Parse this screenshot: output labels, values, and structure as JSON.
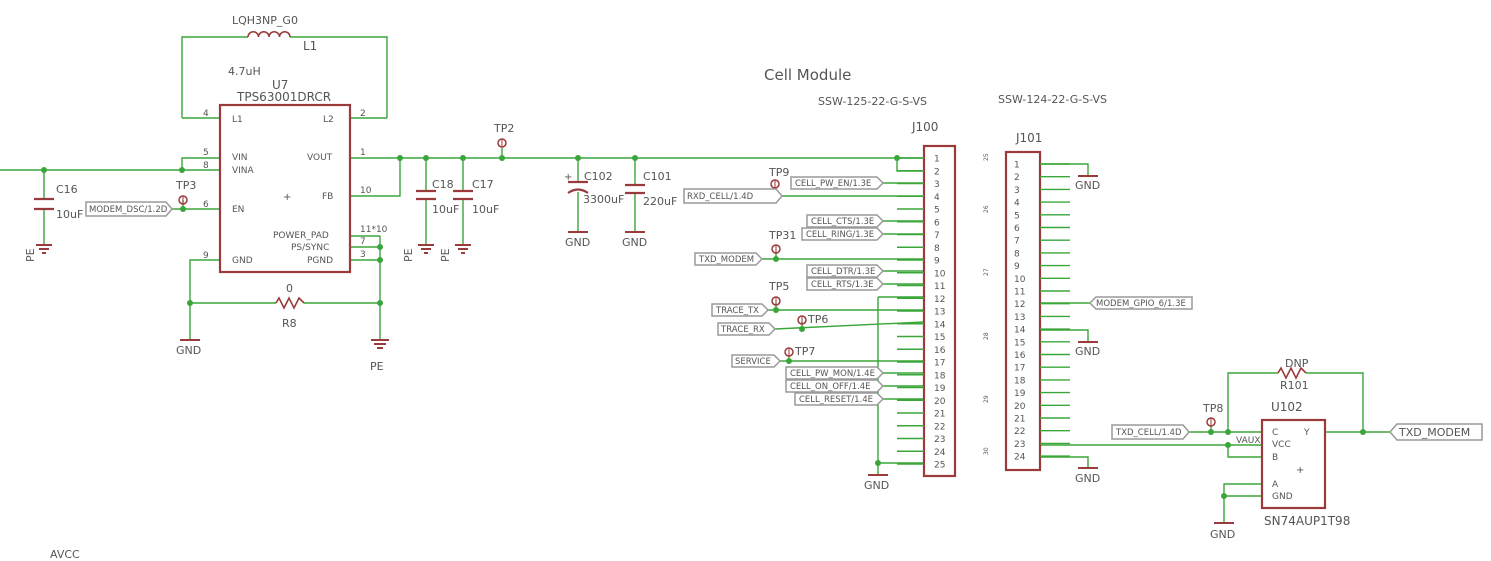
{
  "title": "Cell Module",
  "colors": {
    "wire": "#3aa63a",
    "part": "#9b3a3a",
    "text": "#555555",
    "flag": "#9a9a9a"
  },
  "inductor": {
    "part": "LQH3NP_G0",
    "ref": "L1",
    "value": "4.7uH"
  },
  "u7": {
    "ref": "U7",
    "part": "TPS63001DRCR",
    "pins_left": [
      {
        "num": "4",
        "name": "L1"
      },
      {
        "num": "5",
        "name": "VIN"
      },
      {
        "num": "8",
        "name": "VINA"
      },
      {
        "num": "6",
        "name": "EN"
      },
      {
        "num": "9",
        "name": "GND"
      }
    ],
    "pins_right": [
      {
        "num": "2",
        "name": "L2"
      },
      {
        "num": "1",
        "name": "VOUT"
      },
      {
        "num": "10",
        "name": "FB"
      },
      {
        "num": "11*10",
        "name": "POWER_PAD"
      },
      {
        "num": "7",
        "name": "PS/SYNC"
      },
      {
        "num": "3",
        "name": "PGND"
      }
    ]
  },
  "r8": {
    "ref": "R8",
    "value": "0"
  },
  "c16": {
    "ref": "C16",
    "value": "10uF"
  },
  "c18": {
    "ref": "C18",
    "value": "10uF"
  },
  "c17": {
    "ref": "C17",
    "value": "10uF"
  },
  "c102": {
    "ref": "C102",
    "value": "3300uF"
  },
  "c101": {
    "ref": "C101",
    "value": "220uF"
  },
  "power": {
    "gnd": "GND",
    "pe": "PE",
    "avcc": "AVCC",
    "vaux": "VAUX"
  },
  "testpoints": {
    "tp2": "TP2",
    "tp3": "TP3",
    "tp9": "TP9",
    "tp31": "TP31",
    "tp5": "TP5",
    "tp6": "TP6",
    "tp7": "TP7",
    "tp8": "TP8"
  },
  "j100": {
    "ref": "J100",
    "part": "SSW-125-22-G-S-VS",
    "pins": [
      "1",
      "2",
      "3",
      "4",
      "5",
      "6",
      "7",
      "8",
      "9",
      "10",
      "11",
      "12",
      "13",
      "14",
      "15",
      "16",
      "17",
      "18",
      "19",
      "20",
      "21",
      "22",
      "23",
      "24",
      "25"
    ]
  },
  "j101": {
    "ref": "J101",
    "part": "SSW-124-22-G-S-VS",
    "pins": [
      "1",
      "2",
      "3",
      "4",
      "5",
      "6",
      "7",
      "8",
      "9",
      "10",
      "11",
      "12",
      "13",
      "14",
      "15",
      "16",
      "17",
      "18",
      "19",
      "20",
      "21",
      "22",
      "23",
      "24"
    ],
    "side_marks": [
      "25",
      "26",
      "27",
      "28",
      "29",
      "30"
    ]
  },
  "flags": {
    "modem_dsc": "MODEM_DSC/1.2D",
    "cell_pw_en": "CELL_PW_EN/1.3E",
    "rxd_cell": "RXD_CELL/1.4D",
    "cell_cts": "CELL_CTS/1.3E",
    "cell_ring": "CELL_RING/1.3E",
    "txd_modem_l": "TXD_MODEM",
    "cell_dtr": "CELL_DTR/1.3E",
    "cell_rts": "CELL_RTS/1.3E",
    "trace_tx": "TRACE_TX",
    "trace_rx": "TRACE_RX",
    "service": "SERVICE",
    "cell_pw_mon": "CELL_PW_MON/1.4E",
    "cell_on_off": "CELL_ON_OFF/1.4E",
    "cell_reset": "CELL_RESET/1.4E",
    "modem_gpio": "MODEM_GPIO_6/1.3E",
    "txd_cell": "TXD_CELL/1.4D",
    "txd_modem_r": "TXD_MODEM"
  },
  "r101": {
    "ref": "R101",
    "value": "DNP"
  },
  "u102": {
    "ref": "U102",
    "part": "SN74AUP1T98",
    "pins": {
      "c": "C",
      "vcc": "VCC",
      "b": "B",
      "a": "A",
      "gnd": "GND",
      "y": "Y"
    }
  }
}
